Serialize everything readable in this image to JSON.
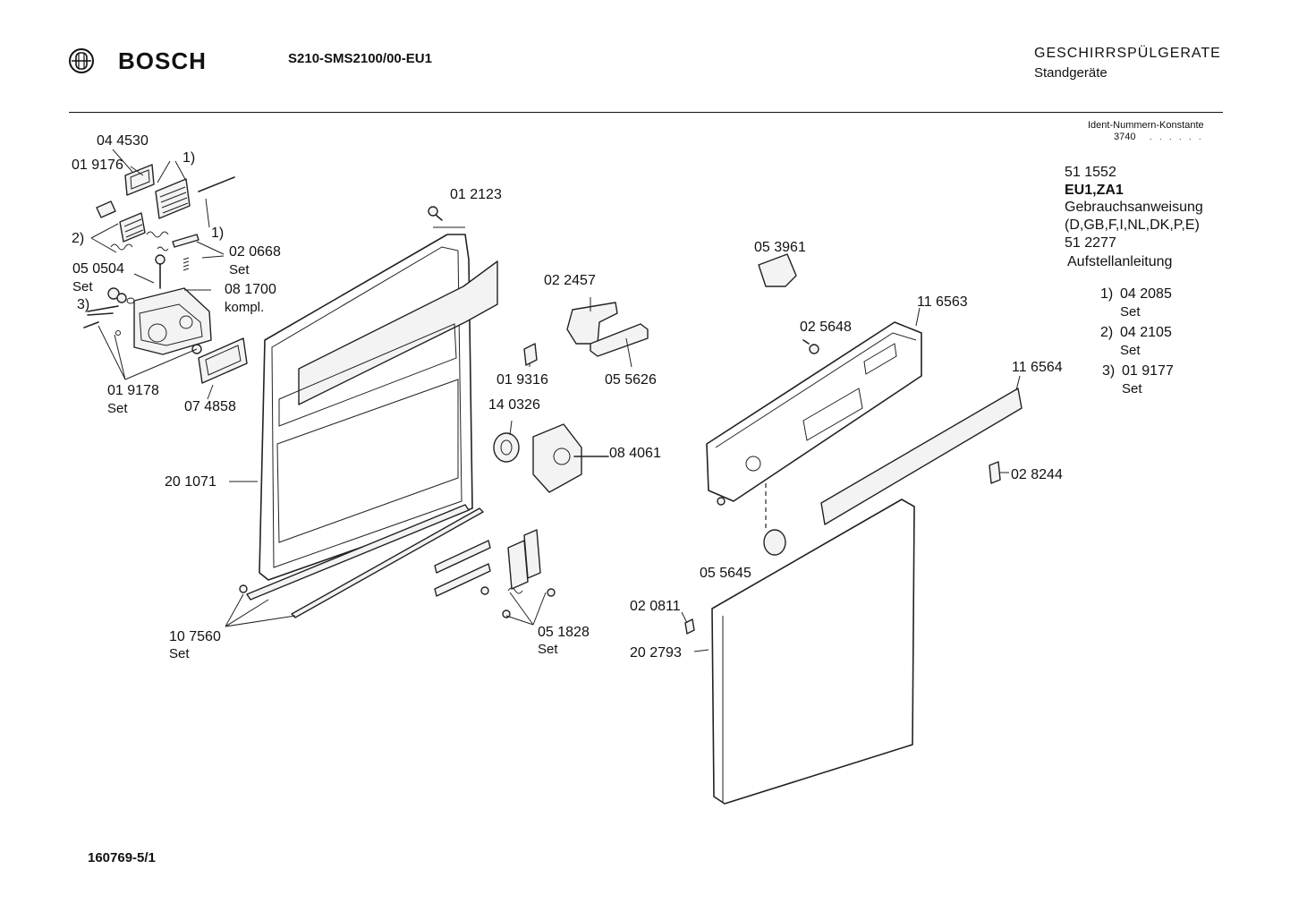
{
  "header": {
    "brand": "BOSCH",
    "model": "S210-SMS2100/00-EU1",
    "category": "GESCHIRRSPÜLGERATE",
    "category_sub": "Standgeräte"
  },
  "ident": {
    "title": "Ident-Nummern-Konstante",
    "value": "3740"
  },
  "notes": {
    "doc1_num": "51 1552",
    "doc1_region": "EU1,ZA1",
    "doc1_name": "Gebrauchsanweisung",
    "doc1_langs": "(D,GB,F,I,NL,DK,P,E)",
    "doc2_num": "51 2277",
    "doc2_name": "Aufstellanleitung",
    "footnotes": [
      {
        "key": "1)",
        "num": "04 2085",
        "sub": "Set"
      },
      {
        "key": "2)",
        "num": "04 2105",
        "sub": "Set"
      },
      {
        "key": "3)",
        "num": "01 9177",
        "sub": "Set"
      }
    ]
  },
  "parts": {
    "p044530": "04 4530",
    "p019176": "01 9176",
    "fn1a": "1)",
    "fn1b": "1)",
    "fn2": "2)",
    "fn3": "3)",
    "p020668": "02 0668",
    "p020668_sub": "Set",
    "p050504": "05 0504",
    "p050504_sub": "Set",
    "p081700": "08 1700",
    "p081700_sub": "kompl.",
    "p019178": "01 9178",
    "p019178_sub": "Set",
    "p074858": "07 4858",
    "p012123": "01 2123",
    "p201071": "20 1071",
    "p107560": "10 7560",
    "p107560_sub": "Set",
    "p022457": "02 2457",
    "p019316": "01 9316",
    "p055626": "05 5626",
    "p140326": "14 0326",
    "p084061": "08 4061",
    "p051828": "05 1828",
    "p051828_sub": "Set",
    "p053961": "05 3961",
    "p116563": "11 6563",
    "p025648": "02 5648",
    "p116564": "11 6564",
    "p028244": "02 8244",
    "p055645": "05 5645",
    "p020811": "02 0811",
    "p202793": "20 2793"
  },
  "footer": {
    "drawing_number": "160769-5/1"
  }
}
